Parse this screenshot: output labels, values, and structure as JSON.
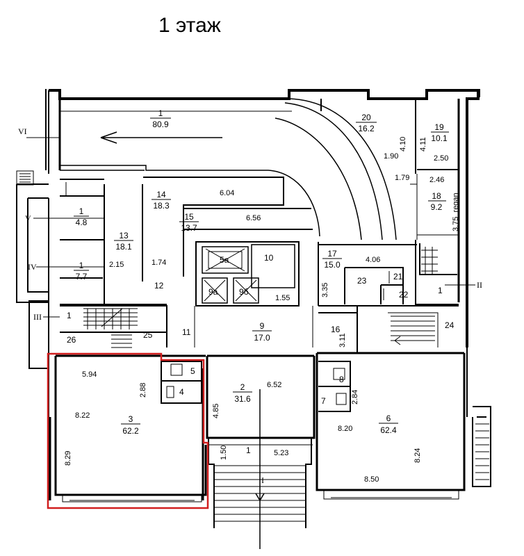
{
  "title": "1 этаж",
  "accent_color": "#d11f1f",
  "sections": {
    "I": "I",
    "II": "II",
    "III": "III",
    "IV": "IV",
    "V": "V",
    "VI": "VI"
  },
  "rooms": {
    "r1a": {
      "num": "1",
      "area": "80.9"
    },
    "r20": {
      "num": "20",
      "area": "16.2"
    },
    "r19": {
      "num": "19",
      "area": "10.1"
    },
    "r18": {
      "num": "18",
      "area": "9.2"
    },
    "r14": {
      "num": "14",
      "area": "18.3"
    },
    "r15": {
      "num": "15",
      "area": "13.7"
    },
    "r13": {
      "num": "13",
      "area": "18.1"
    },
    "r1b": {
      "num": "1",
      "area": "4.8"
    },
    "r1c": {
      "num": "1",
      "area": "7.7"
    },
    "r17": {
      "num": "17",
      "area": "15.0"
    },
    "r9": {
      "num": "9",
      "area": "17.0"
    },
    "r2": {
      "num": "2",
      "area": "31.6"
    },
    "r3": {
      "num": "3",
      "area": "62.2"
    },
    "r6": {
      "num": "6",
      "area": "62.4"
    },
    "simple": {
      "r10": "10",
      "r12": "12",
      "r23": "23",
      "r21": "21",
      "r22": "22",
      "r1d": "1",
      "r1e": "1",
      "r1f": "1",
      "r16": "16",
      "r24": "24",
      "r25": "25",
      "r11": "11",
      "r26": "26",
      "r4": "4",
      "r5": "5",
      "r7": "7",
      "r8": "8"
    },
    "lifts": {
      "l1": "5а",
      "l2": "9а",
      "l3": "9б"
    }
  },
  "dims": {
    "d1": "1.90",
    "d2": "4.11",
    "d3": "2.50",
    "d4": "1.79",
    "d5": "2.46",
    "d6": "3.75_regan",
    "d7": "6.04",
    "d8": "6.56",
    "d9": "1.74",
    "d10": "2.15",
    "d11": "1.55",
    "d12": "4.06",
    "d13": "3.35",
    "d14": "3.11",
    "d15": "5.94",
    "d16": "2.88",
    "d17": "8.22",
    "d18": "8.29",
    "d19": "4.85",
    "d20": "6.52",
    "d21": "2.84",
    "d22": "8.20",
    "d23": "1.50",
    "d24": "5.23",
    "d25": "8.24",
    "d26": "8.50",
    "d27": "4.10"
  }
}
